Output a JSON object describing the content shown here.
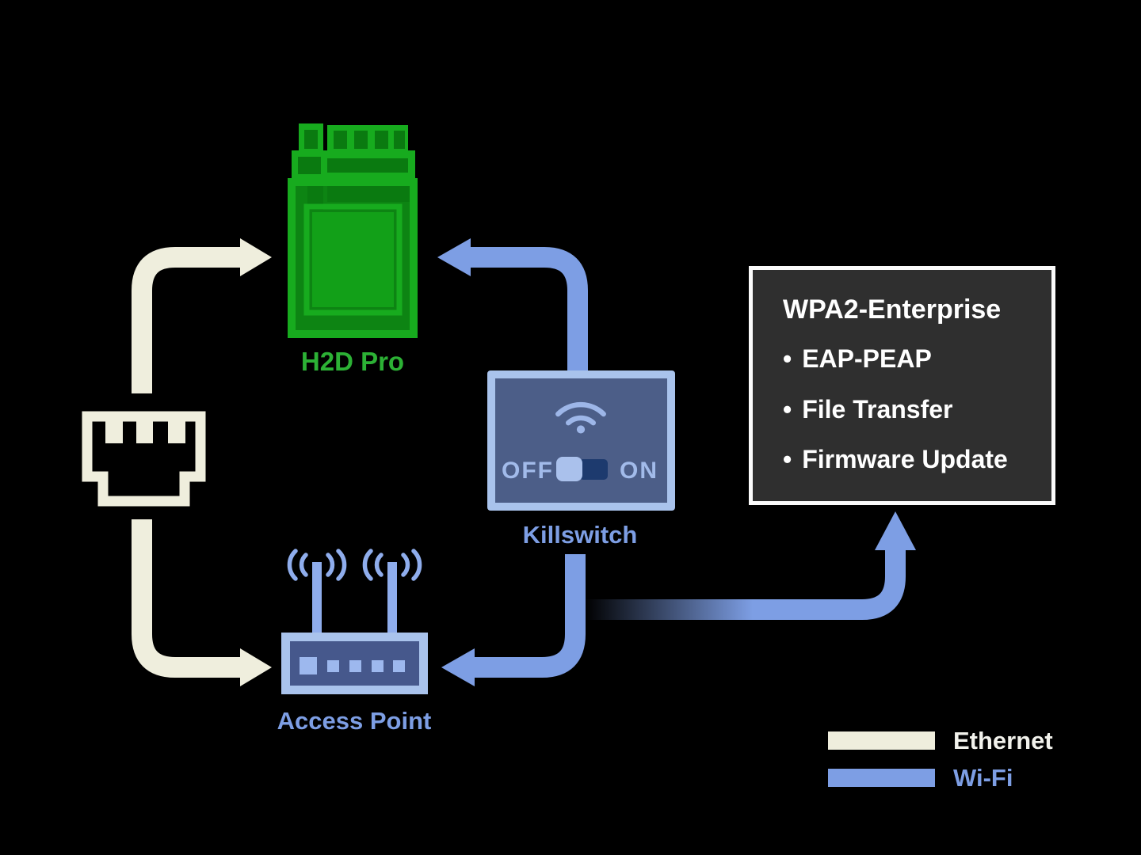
{
  "colors": {
    "background": "#000000",
    "ethernet": "#efeedd",
    "wifi_blue": "#7d9ee4",
    "device_green": "#17ab1e",
    "device_green_dark": "#0d8413",
    "h2d_label_green": "#2cb135",
    "panel_border_blue": "#a9c3ec",
    "panel_fill_blue": "#4c5e88",
    "toggle_knob": "#aac1ec",
    "toggle_track": "#1d3a6e",
    "wpa2_bg": "#2f2f2f",
    "wpa2_border": "#fbfbfb",
    "text_white": "#f2f2ec"
  },
  "nodes": {
    "h2d": {
      "label": "H2D Pro",
      "icon": "green-dongle-device-icon"
    },
    "ethernet_port": {
      "icon": "rj45-ethernet-port-icon"
    },
    "killswitch": {
      "label": "Killswitch",
      "off_label": "OFF",
      "on_label": "ON",
      "icon": "wifi-icon",
      "toggle_position": "left"
    },
    "access_point": {
      "label": "Access Point",
      "icon": "wireless-router-icon"
    },
    "wpa2": {
      "title": "WPA2-Enterprise",
      "bullet": "•",
      "items": [
        "EAP-PEAP",
        "File Transfer",
        "Firmware Update"
      ]
    }
  },
  "legend": {
    "items": [
      {
        "label": "Ethernet",
        "color": "#efeedd"
      },
      {
        "label": "Wi-Fi",
        "color": "#7d9ee4"
      }
    ]
  }
}
